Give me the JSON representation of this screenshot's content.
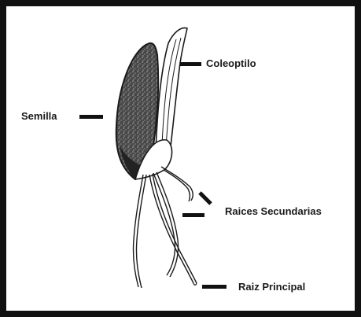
{
  "labels": {
    "coleoptilo": "Coleoptilo",
    "semilla": "Semilla",
    "raices_secundarias": "Raices Secundarias",
    "raiz_principal": "Raiz Principal"
  },
  "colors": {
    "frame": "#111111",
    "ink": "#1a1a1a",
    "seed_fill": "#555555",
    "background": "#ffffff"
  }
}
